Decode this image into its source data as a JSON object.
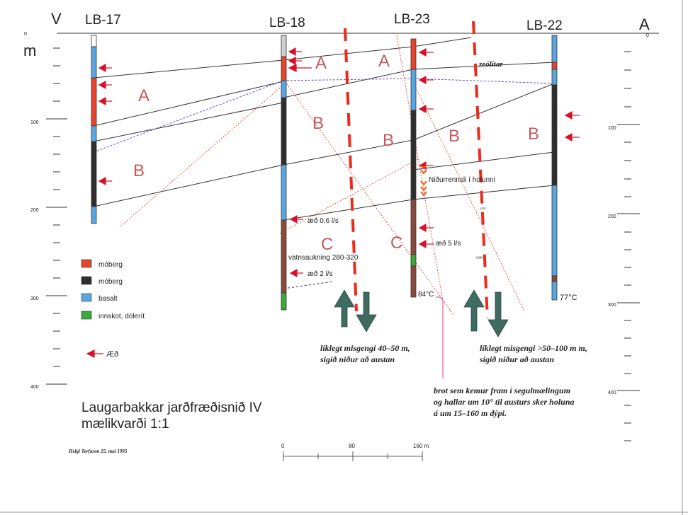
{
  "header": {
    "west": "V",
    "east": "A",
    "unit": "m",
    "zero_left": "0",
    "zero_right": "0"
  },
  "wells": [
    {
      "id": "LB-17",
      "label": "LB-17"
    },
    {
      "id": "LB-18",
      "label": "LB-18"
    },
    {
      "id": "LB-23",
      "label": "LB-23"
    },
    {
      "id": "LB-22",
      "label": "LB-22"
    }
  ],
  "depth_left": [
    "100",
    "200",
    "300",
    "400"
  ],
  "depth_right": [
    "100",
    "200",
    "300",
    "400"
  ],
  "units": {
    "A": "A",
    "B": "B",
    "C": "C"
  },
  "annotations": {
    "zeolitar": "zeólítar",
    "nidurrennsli": "Niðurrennsli í holunni",
    "aed_06": "æð 0,6 l/s",
    "vatnsaukning": "vatnsaukning 280-320",
    "aed_2": "æð 2 l/s",
    "aed_5": "æð 5 l/s",
    "temp_lb23": "84°C",
    "temp_lb22": "77°C",
    "small_1": "ytre",
    "small_2": "ygge"
  },
  "notes": {
    "fault1_line1": "líklegt misgengi 40–50 m,",
    "fault1_line2": "sigið niður að austan",
    "fault2_line1": "líklegt misgengi  >50–100 m m,",
    "fault2_line2": "sigið niður að austan",
    "brot_line1": "brot sem kemur fram í segulmælingum",
    "brot_line2": "og hallar um 10° til austurs sker holuna",
    "brot_line3": "á um 15–160 m dýpi."
  },
  "legend": {
    "items": [
      {
        "label": "móberg",
        "color": "#e8432c"
      },
      {
        "label": "móberg",
        "color": "#2f2f2f"
      },
      {
        "label": "basalt",
        "color": "#5aa6e0"
      },
      {
        "label": "innskot, dólerít",
        "color": "#3aaa3a"
      }
    ],
    "arrow_label": "Æð"
  },
  "title": {
    "line1": "Laugarbakkar jarðfræðisnið IV",
    "line2": "mælikvarði 1:1"
  },
  "signature": "Helgi Torfason 25. maí 1995",
  "scale": {
    "t0": "0",
    "t1": "80",
    "t2": "160 m"
  },
  "colors": {
    "mober_red": "#e8432c",
    "mober_black": "#2f2f2f",
    "basalt": "#5aa6e0",
    "intrusion": "#3aaa3a",
    "fault": "#ee2a1a",
    "arrow": "#d8102a",
    "unit_label": "#c45a5a",
    "dotted": "#6a4fd0"
  }
}
